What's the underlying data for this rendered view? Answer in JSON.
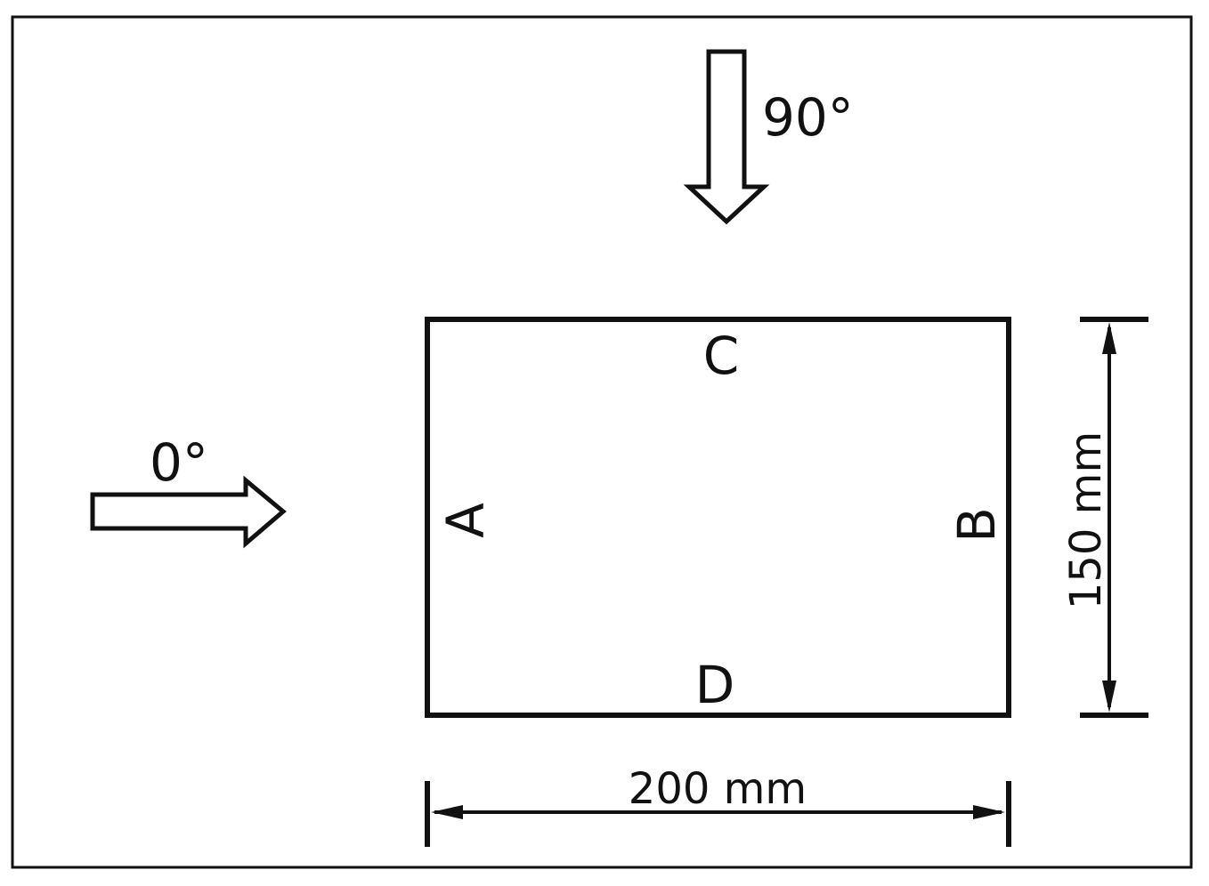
{
  "directions": {
    "vertical": "90°",
    "horizontal": "0°"
  },
  "sides": {
    "top": "C",
    "bottom": "D",
    "left": "A",
    "right": "B"
  },
  "dimensions": {
    "width": "200 mm",
    "height": "150 mm"
  }
}
